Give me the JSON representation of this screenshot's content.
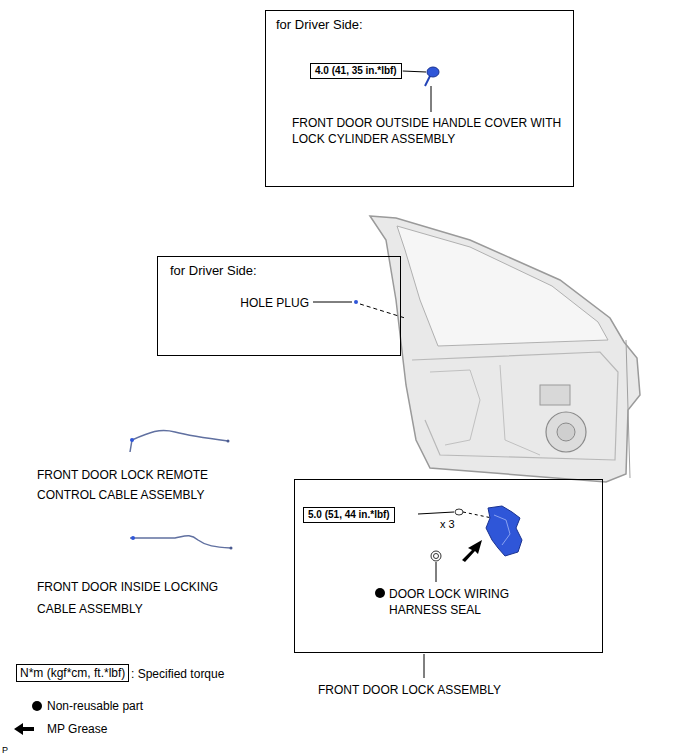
{
  "diagram": {
    "nodes": [
      {
        "text": [
          "for Driver Side:",
          "FRONT DOOR OUTSIDE HANDLE COVER WITH LOCK CYLINDER ASSEMBLY"
        ]
      },
      {
        "text": [
          "4.0 (41, 35 in.*lbf)"
        ],
        "in": 0
      },
      {
        "text": [
          "for Driver Side:",
          "HOLE PLUG"
        ]
      },
      {
        "text": [
          "x 3",
          "DOOR LOCK WIRING HARNESS SEAL"
        ]
      },
      {
        "text": [
          "5.0 (51, 44 in.*lbf)"
        ],
        "in": 3
      }
    ],
    "labels": [
      "FRONT DOOR LOCK REMOTE CONTROL CABLE ASSEMBLY",
      "FRONT DOOR INSIDE LOCKING CABLE ASSEMBLY",
      "FRONT DOOR LOCK ASSEMBLY",
      "N*m (kgf*cm, ft.*lbf)",
      "P"
    ],
    "legend": [
      {
        "text": ": Specified torque"
      },
      {
        "text": "Non-reusable part"
      },
      {
        "text": "MP Grease"
      }
    ]
  }
}
